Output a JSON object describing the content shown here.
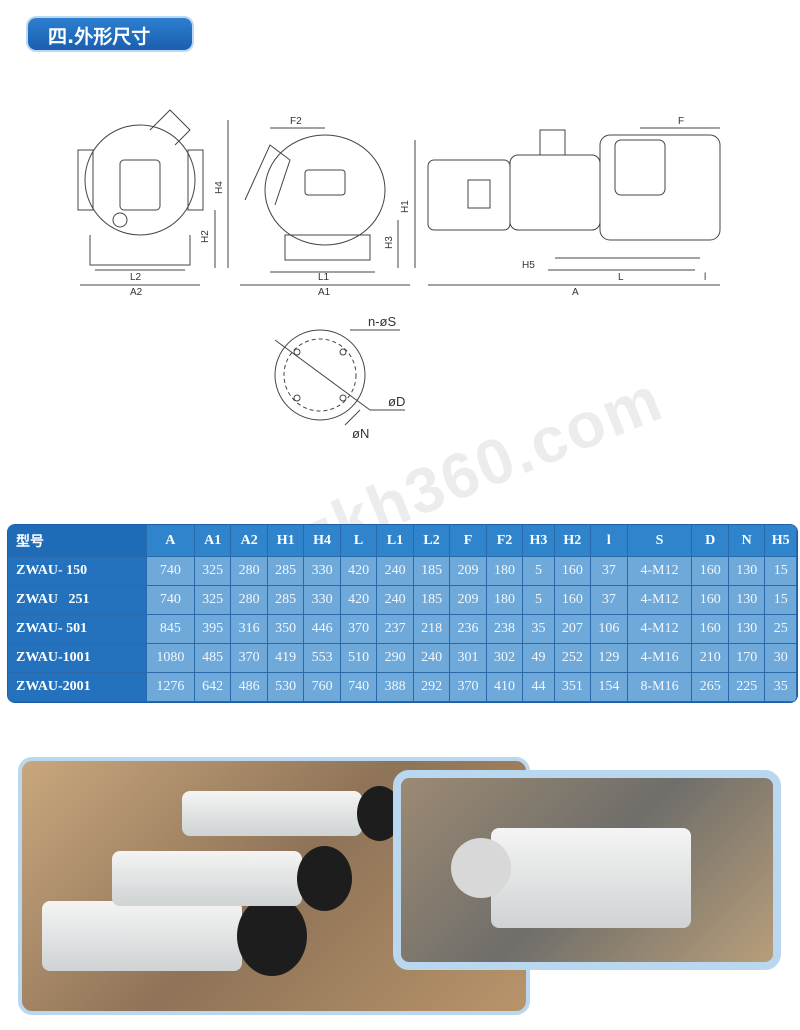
{
  "section_title": "四.外形尺寸",
  "drawing_labels": {
    "L2": "L2",
    "A2": "A2",
    "H2": "H2",
    "H4": "H4",
    "F2": "F2",
    "H1": "H1",
    "H3": "H3",
    "L1": "L1",
    "A1": "A1",
    "F": "F",
    "H5": "H5",
    "L": "L",
    "A": "A",
    "l": "l",
    "nS": "n-øS",
    "D": "øD",
    "N": "øN"
  },
  "watermark": "zkh360.com",
  "table": {
    "headers": [
      "型号",
      "A",
      "A1",
      "A2",
      "H1",
      "H4",
      "L",
      "L1",
      "L2",
      "F",
      "F2",
      "H3",
      "H2",
      "l",
      "S",
      "D",
      "N",
      "H5"
    ],
    "rows": [
      [
        "ZWAU- 150",
        "740",
        "325",
        "280",
        "285",
        "330",
        "420",
        "240",
        "185",
        "209",
        "180",
        "5",
        "160",
        "37",
        "4-M12",
        "160",
        "130",
        "15"
      ],
      [
        "ZWAU   251",
        "740",
        "325",
        "280",
        "285",
        "330",
        "420",
        "240",
        "185",
        "209",
        "180",
        "5",
        "160",
        "37",
        "4-M12",
        "160",
        "130",
        "15"
      ],
      [
        "ZWAU- 501",
        "845",
        "395",
        "316",
        "350",
        "446",
        "370",
        "237",
        "218",
        "236",
        "238",
        "35",
        "207",
        "106",
        "4-M12",
        "160",
        "130",
        "25"
      ],
      [
        "ZWAU-1001",
        "1080",
        "485",
        "370",
        "419",
        "553",
        "510",
        "290",
        "240",
        "301",
        "302",
        "49",
        "252",
        "129",
        "4-M16",
        "210",
        "170",
        "30"
      ],
      [
        "ZWAU-2001",
        "1276",
        "642",
        "486",
        "530",
        "760",
        "740",
        "388",
        "292",
        "370",
        "410",
        "44",
        "351",
        "154",
        "8-M16",
        "265",
        "225",
        "35"
      ]
    ]
  }
}
